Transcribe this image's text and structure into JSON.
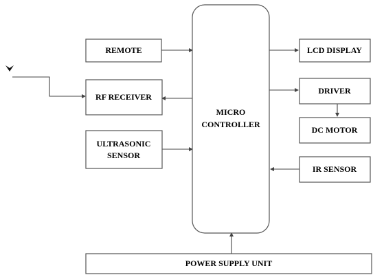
{
  "blocks": {
    "remote": "REMOTE",
    "rf_receiver": "RF RECEIVER",
    "ultrasonic_line1": "ULTRASONIC",
    "ultrasonic_line2": "SENSOR",
    "micro_line1": "MICRO",
    "micro_line2": "CONTROLLER",
    "lcd_display": "LCD DISPLAY",
    "driver": "DRIVER",
    "dc_motor": "DC MOTOR",
    "ir_sensor": "IR SENSOR",
    "power_supply": "POWER SUPPLY UNIT"
  },
  "icons": {
    "antenna": "antenna-icon"
  },
  "colors": {
    "stroke": "#555555",
    "text": "#000000",
    "background": "#ffffff"
  }
}
